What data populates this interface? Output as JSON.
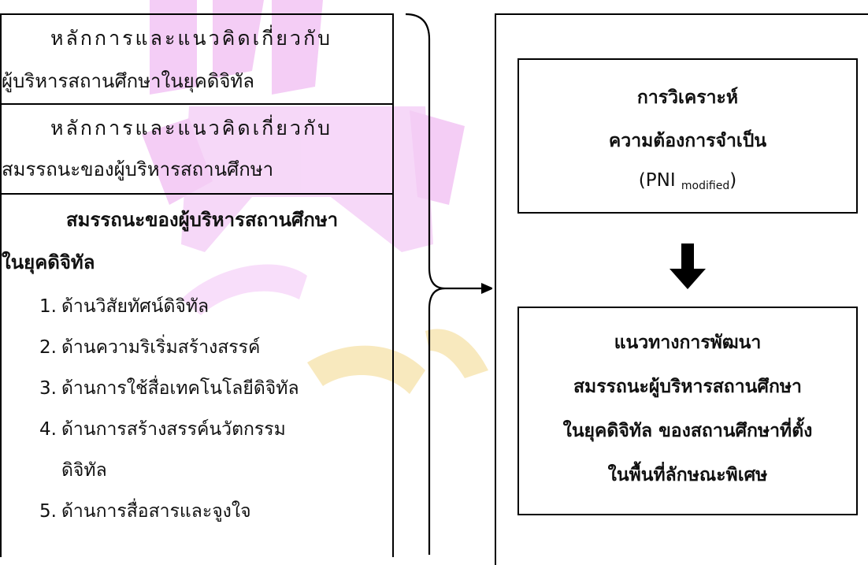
{
  "left": {
    "box1": {
      "line1": "หลักการและแนวคิดเกี่ยวกับ",
      "line2": "ผู้บริหารสถานศึกษาในยุคดิจิทัล"
    },
    "box2": {
      "line1": "หลักการและแนวคิดเกี่ยวกับ",
      "line2": "สมรรถนะของผู้บริหารสถานศึกษา"
    },
    "box3": {
      "title_line1": "สมรรถนะของผู้บริหารสถานศึกษา",
      "title_line2": "ในยุคดิจิทัล",
      "items": [
        {
          "num": "1.",
          "text": "ด้านวิสัยทัศน์ดิจิทัล"
        },
        {
          "num": "2.",
          "text": "ด้านความริเริ่มสร้างสรรค์"
        },
        {
          "num": "3.",
          "text": "ด้านการใช้สื่อเทคโนโลยีดิจิทัล"
        },
        {
          "num": "4.",
          "text": "ด้านการสร้างสรรค์นวัตกรรม"
        },
        {
          "num": "",
          "text": "ดิจิทัล"
        },
        {
          "num": "5.",
          "text": "ด้านการสื่อสารและจูงใจ"
        }
      ]
    }
  },
  "right": {
    "top_box": {
      "line1": "การวิเคราะห์",
      "line2": "ความต้องการจำเป็น",
      "line3_prefix": "(PNI ",
      "line3_sub": "modified",
      "line3_suffix": ")"
    },
    "bottom_box": {
      "line1": "แนวทางการพัฒนา",
      "line2": "สมรรถนะผู้บริหารสถานศึกษา",
      "line3": "ในยุคดิจิทัล ของสถานศึกษาที่ตั้ง",
      "line4": "ในพื้นที่ลักษณะพิเศษ"
    }
  },
  "colors": {
    "watermark_magenta": "#f3c8f5",
    "watermark_gold": "#f8e7b8",
    "line": "#000000"
  },
  "icons": {
    "down_arrow": "down-arrow-icon",
    "brace": "right-brace-connector"
  }
}
